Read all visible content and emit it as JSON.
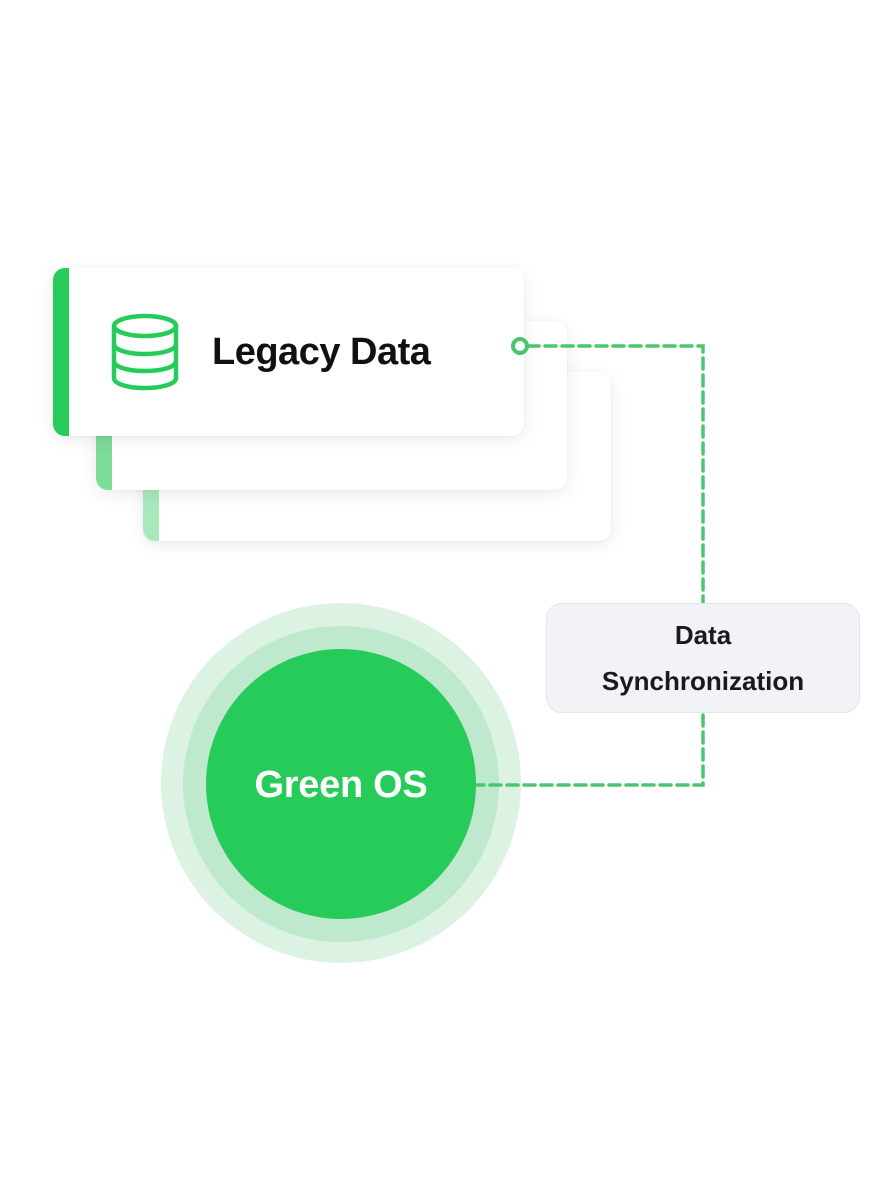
{
  "diagram": {
    "source_node": {
      "label": "Legacy Data",
      "icon": "database-icon",
      "stack_count": 3
    },
    "target_node": {
      "label": "Green OS"
    },
    "connection": {
      "label_line1": "Data",
      "label_line2": "Synchronization",
      "style": "dashed"
    },
    "colors": {
      "accent": "#26cb59",
      "accent_mid": "#7ddc98",
      "accent_light": "#a8e9bc",
      "ring_mid": "#bfe9cd",
      "ring_outer": "#dcf3e3",
      "line": "#4cc56f",
      "label_bg": "#f2f3f6",
      "text": "#111111"
    }
  }
}
